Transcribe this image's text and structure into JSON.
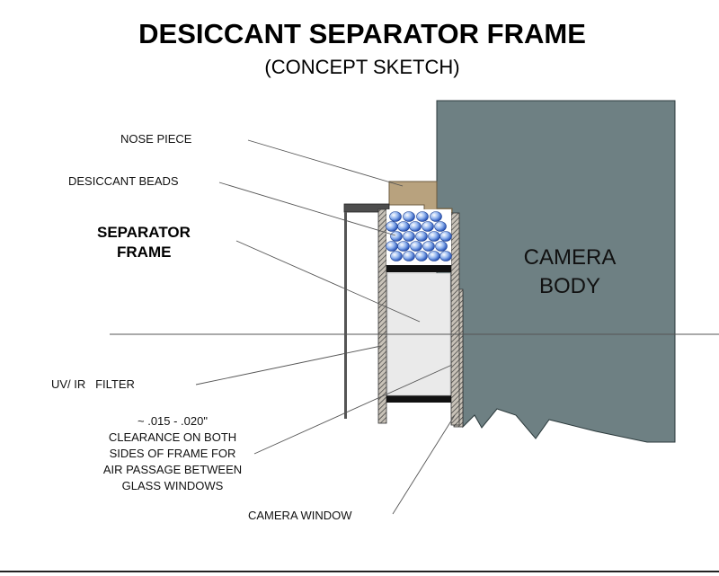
{
  "header": {
    "title": "DESICCANT SEPARATOR FRAME",
    "subtitle": "(CONCEPT SKETCH)"
  },
  "labels": {
    "nose_piece": "NOSE PIECE",
    "desiccant_beads": "DESICCANT BEADS",
    "separator_frame": [
      "SEPARATOR",
      "FRAME"
    ],
    "uv_ir_filter": "UV/ IR   FILTER",
    "clearance": [
      "~ .015 - .020\"",
      "CLEARANCE ON BOTH",
      "SIDES OF FRAME FOR",
      "AIR PASSAGE BETWEEN",
      "GLASS WINDOWS"
    ],
    "camera_window": "CAMERA WINDOW",
    "camera_body": [
      "CAMERA",
      "BODY"
    ]
  },
  "colors": {
    "camera_body": "#6e8083",
    "nose_piece": "#b8a27e",
    "separator_frame": "#c8c2b8",
    "seal_bar": "#111111",
    "lid": "#4d4d4d",
    "filter_glass": "#eaeaea",
    "bead": "#5a86d6"
  }
}
